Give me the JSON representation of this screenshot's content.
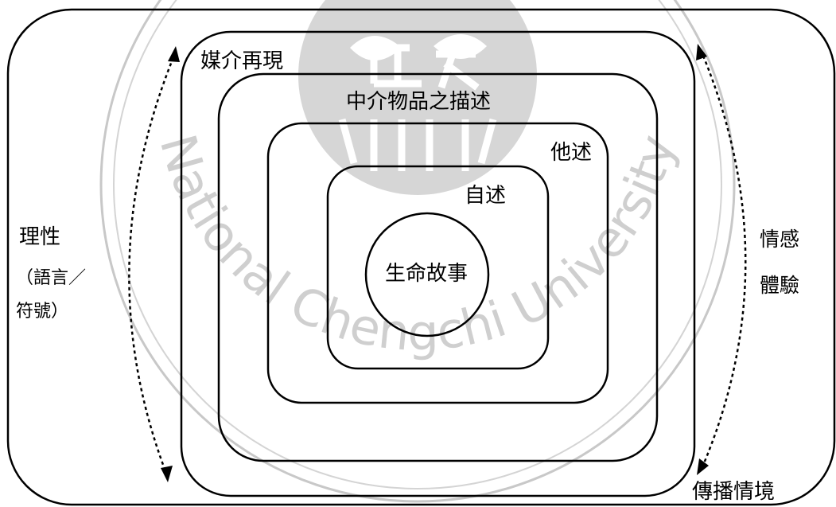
{
  "watermark": {
    "text": "National Chengchi University"
  },
  "layers": {
    "core": "生命故事",
    "self_narration": "自述",
    "other_narration": "他述",
    "intermediary_objects": "中介物品之描述",
    "media_representation": "媒介再現",
    "context": "傳播情境"
  },
  "left_axis": {
    "title": "理性",
    "sub_line1": "（語言／",
    "sub_line2": "符號）"
  },
  "right_axis": {
    "line1": "情感",
    "line2": "體驗"
  },
  "colors": {
    "line": "#000000",
    "watermark": "#cccccc"
  }
}
